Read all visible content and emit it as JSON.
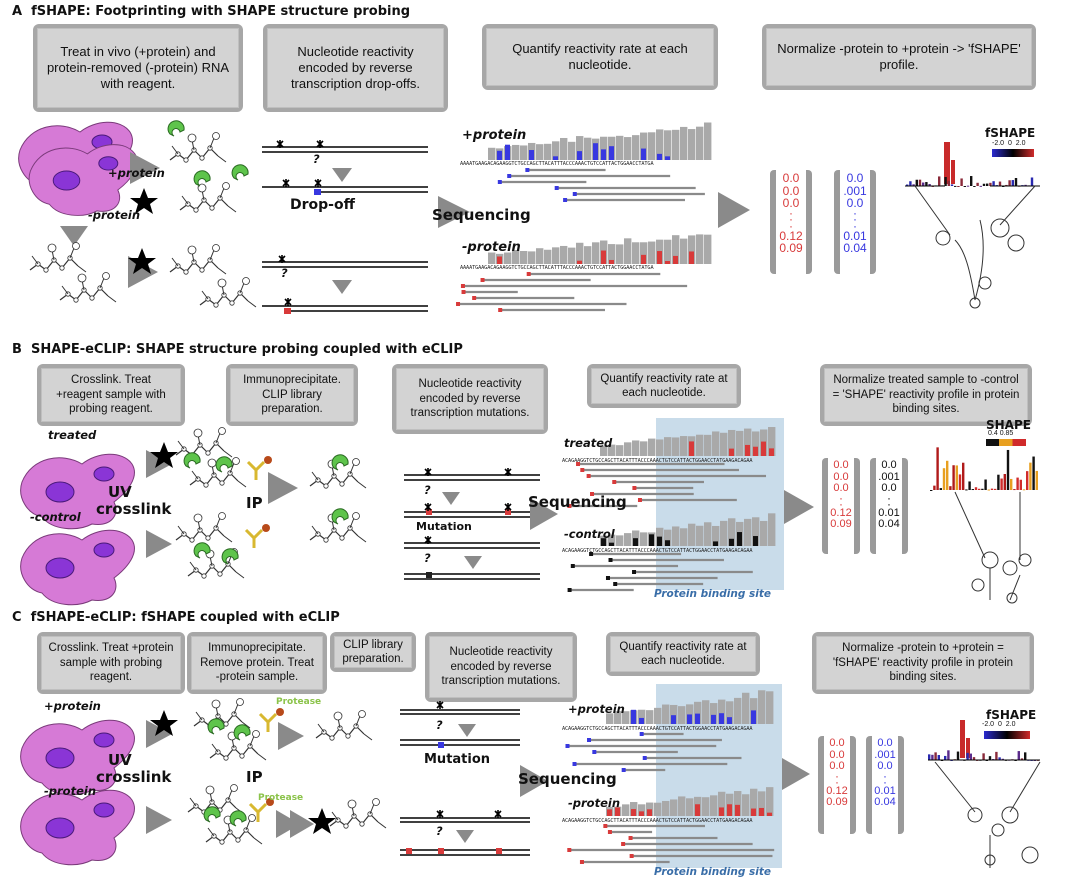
{
  "panels": [
    {
      "letter": "A",
      "title": "fSHAPE: Footprinting with SHAPE structure probing",
      "steps": [
        "Treat in vivo (+protein) and protein-removed (-protein) RNA with reagent.",
        "Nucleotide reactivity encoded by reverse transcription drop-offs.",
        "Quantify reactivity rate at each nucleotide.",
        "Normalize -protein to +protein -> 'fSHAPE' profile."
      ]
    },
    {
      "letter": "B",
      "title": "SHAPE-eCLIP: SHAPE structure probing coupled with eCLIP",
      "steps": [
        "Crosslink. Treat +reagent sample with probing reagent.",
        "Immunoprecipitate. CLIP library preparation.",
        "Nucleotide reactivity encoded by reverse transcription mutations.",
        "Quantify reactivity rate at each nucleotide.",
        "Normalize treated sample to -control = 'SHAPE' reactivity profile in protein binding sites."
      ]
    },
    {
      "letter": "C",
      "title": "fSHAPE-eCLIP: fSHAPE coupled with eCLIP",
      "steps": [
        "Crosslink. Treat +protein sample with probing reagent.",
        "Immunoprecipitate. Remove protein. Treat -protein sample.",
        "CLIP library preparation.",
        "Nucleotide reactivity encoded by reverse transcription mutations.",
        "Quantify reactivity rate at each nucleotide.",
        "Normalize -protein to +protein = 'fSHAPE' reactivity profile in protein binding sites."
      ]
    }
  ],
  "labels": {
    "plus_protein": "+protein",
    "minus_protein": "-protein",
    "treated": "treated",
    "control": "-control",
    "sequencing": "Sequencing",
    "dropoff": "Drop-off",
    "mutation": "Mutation",
    "uv_crosslink_1": "UV",
    "uv_crosslink_2": "crosslink",
    "ip": "IP",
    "protease": "Protease",
    "binding_site": "Protein binding site",
    "question": "?",
    "sequence_a": "AAAATGAAGACAGAAGGTCTGCCAGCTTACATTTACCCAAACTGTCCATTACTGGAACCTATGA",
    "sequence_b": "ACAGAAGGTCTGCCAGCTTACATTTACCCAAACTGTCCATTACTGGAACCTATGAAGACAGAA"
  },
  "red_column": [
    "0.0",
    "0.0",
    "0.0",
    "0.12",
    "0.09"
  ],
  "blue_column": [
    "0.0",
    ".001",
    "0.0",
    "0.01",
    "0.04"
  ],
  "legends": {
    "fshape": {
      "title": "fSHAPE",
      "ticks": [
        "-2.0",
        "0",
        "2.0"
      ]
    },
    "shape": {
      "title": "SHAPE",
      "ticks": [
        "0.4",
        "0.85"
      ]
    }
  },
  "colors": {
    "cell": "#d67ad6",
    "nucleus": "#8a35d6",
    "green": "#5ec44b",
    "red": "#d83a3a",
    "blue": "#3838e0",
    "bars": "#a9a9a9",
    "highlight": "#c9dcea"
  }
}
